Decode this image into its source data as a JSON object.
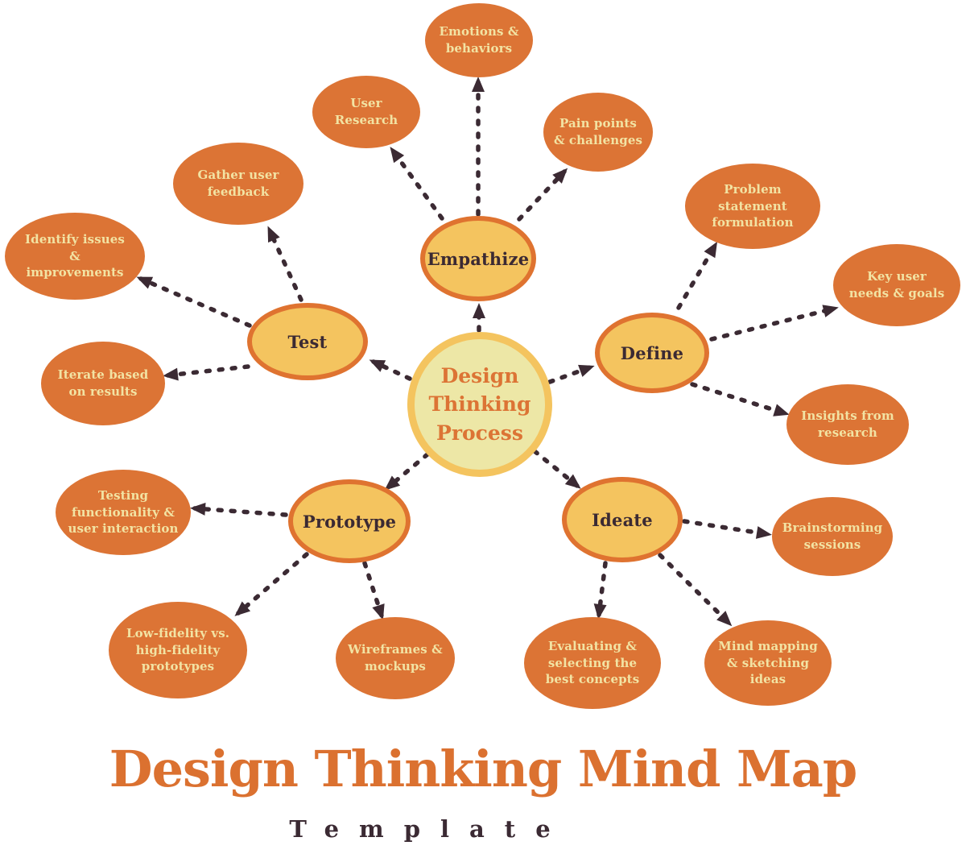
{
  "page": {
    "title": "Design Thinking Mind Map",
    "subtitle": "Template"
  },
  "colors": {
    "node-orange": "#DC7435",
    "pale-text": "#F2E3A3",
    "stage-gold": "#F4C45F",
    "stage-border": "#DF7330",
    "hub-fill": "#EDE7A6",
    "ink": "#3B2A33",
    "title-orange": "#DB7130",
    "bg": "#FFFFFF"
  },
  "center": {
    "label": "Design\nThinking\nProcess"
  },
  "branches": [
    {
      "label": "Empathize",
      "children": [
        {
          "label": "Emotions &\nbehaviors"
        },
        {
          "label": "User\nResearch"
        },
        {
          "label": "Pain points\n& challenges"
        }
      ]
    },
    {
      "label": "Define",
      "children": [
        {
          "label": "Problem\nstatement\nformulation"
        },
        {
          "label": "Key user\nneeds & goals"
        },
        {
          "label": "Insights from\nresearch"
        }
      ]
    },
    {
      "label": "Ideate",
      "children": [
        {
          "label": "Brainstorming\nsessions"
        },
        {
          "label": "Evaluating &\nselecting the\nbest concepts"
        },
        {
          "label": "Mind mapping\n& sketching\nideas"
        }
      ]
    },
    {
      "label": "Prototype",
      "children": [
        {
          "label": "Testing\nfunctionality &\nuser interaction"
        },
        {
          "label": "Low-fidelity vs.\nhigh-fidelity\nprototypes"
        },
        {
          "label": "Wireframes &\nmockups"
        }
      ]
    },
    {
      "label": "Test",
      "children": [
        {
          "label": "Gather user\nfeedback"
        },
        {
          "label": "Identify issues\n&\nimprovements"
        },
        {
          "label": "Iterate based\non results"
        }
      ]
    }
  ]
}
